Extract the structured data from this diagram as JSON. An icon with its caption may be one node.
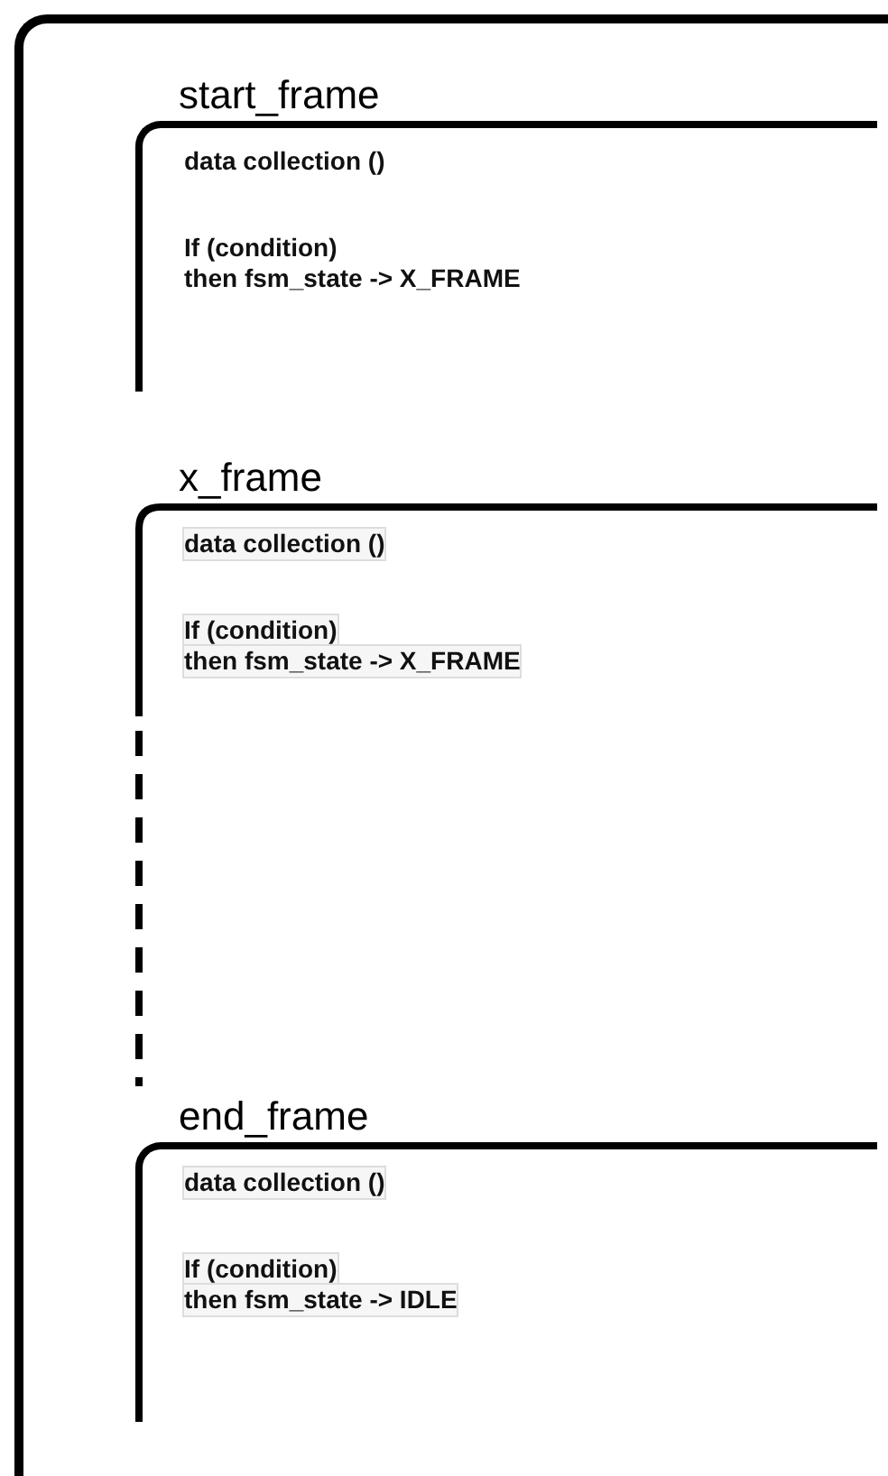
{
  "diagram": {
    "nodes": [
      {
        "text": [],
        "shape": "box"
      },
      {
        "text": [
          "start_frame",
          "data collection ()",
          "If (condition)",
          "then fsm_state -> X_FRAME"
        ],
        "in": 0
      },
      {
        "text": [
          "x_frame",
          "data collection ()",
          "If (condition)",
          "then fsm_state -> X_FRAME"
        ],
        "in": 0
      },
      {
        "text": [
          "end_frame",
          "data collection ()",
          "If (condition)",
          "then fsm_state -> IDLE"
        ],
        "in": 0
      }
    ]
  }
}
